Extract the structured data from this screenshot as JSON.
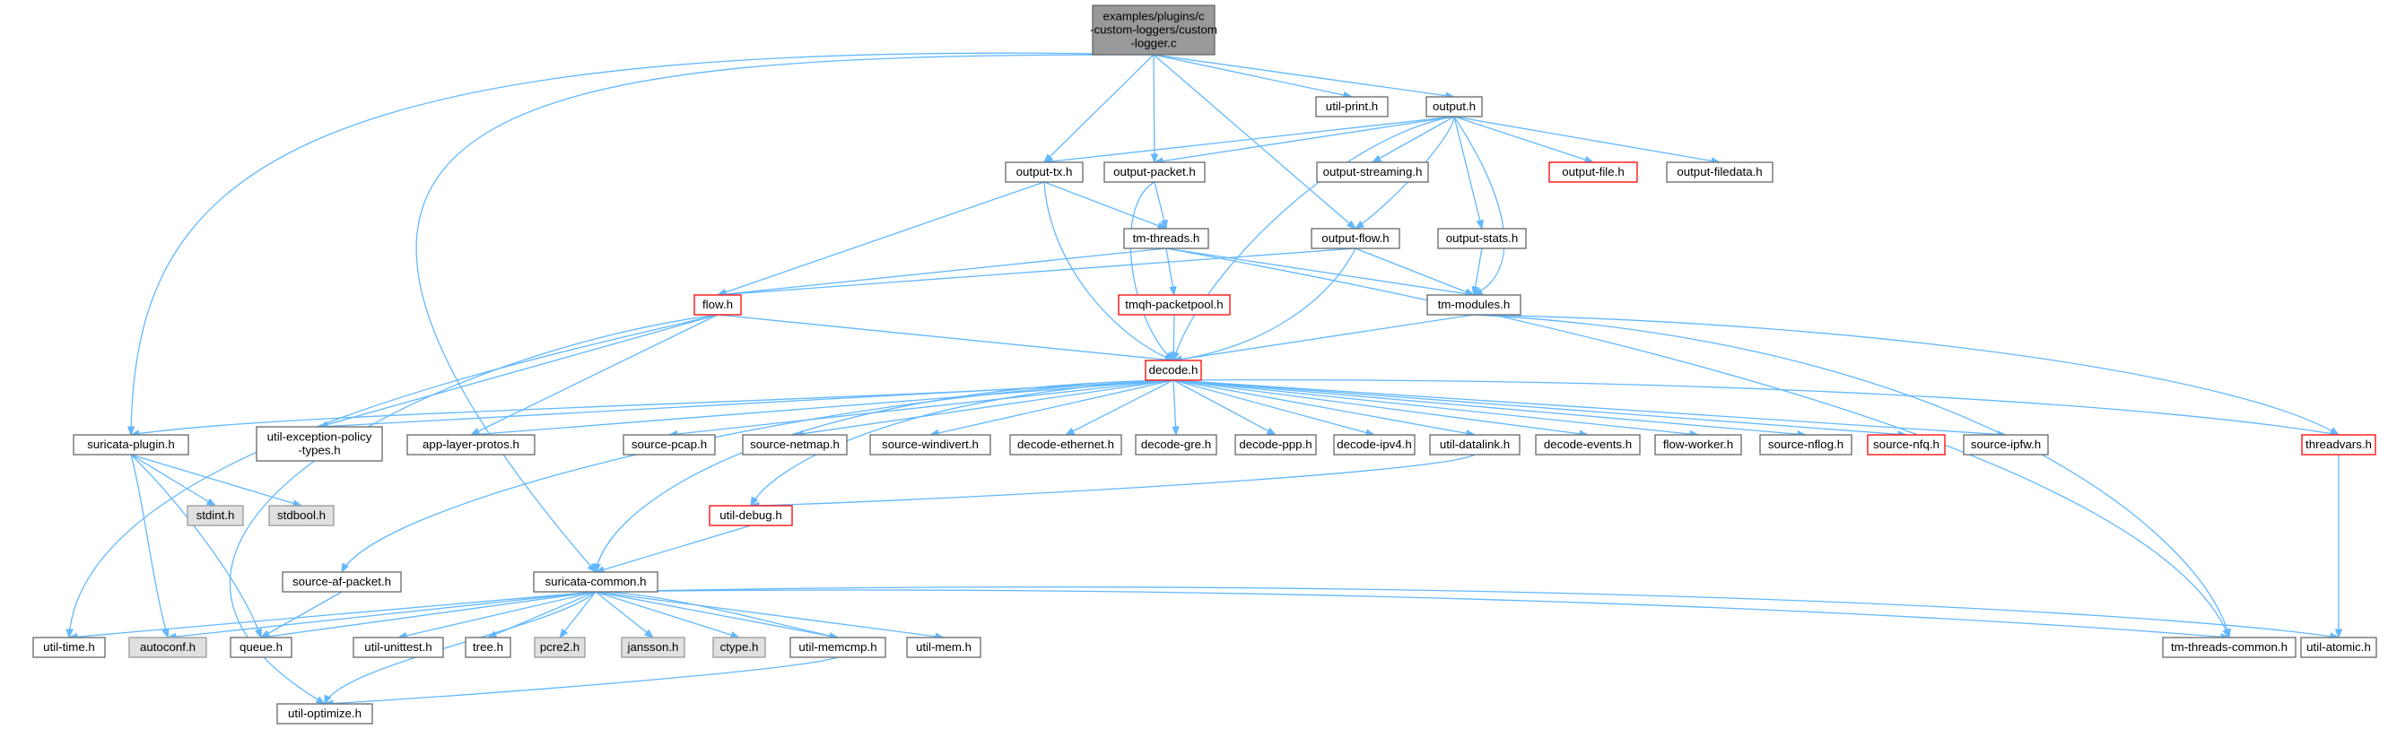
{
  "diagram": {
    "colors": {
      "edge": "#63b8ff",
      "default_border": "#666666",
      "default_fill": "#ffffff",
      "root_fill": "#999999",
      "root_border": "#666666",
      "truncated_border": "#ff0000",
      "system_fill": "#e0e0e0",
      "system_border": "#999999"
    },
    "nodes": [
      {
        "id": "root",
        "lines": [
          "examples/plugins/c",
          "-custom-loggers/custom",
          "-logger.c"
        ],
        "style": "root"
      },
      {
        "id": "util_print",
        "lines": [
          "util-print.h"
        ],
        "style": "default"
      },
      {
        "id": "output_h",
        "lines": [
          "output.h"
        ],
        "style": "default"
      },
      {
        "id": "output_tx",
        "lines": [
          "output-tx.h"
        ],
        "style": "default"
      },
      {
        "id": "output_packet",
        "lines": [
          "output-packet.h"
        ],
        "style": "default"
      },
      {
        "id": "output_streaming",
        "lines": [
          "output-streaming.h"
        ],
        "style": "default"
      },
      {
        "id": "output_file",
        "lines": [
          "output-file.h"
        ],
        "style": "truncated"
      },
      {
        "id": "output_filedata",
        "lines": [
          "output-filedata.h"
        ],
        "style": "default"
      },
      {
        "id": "tm_threads",
        "lines": [
          "tm-threads.h"
        ],
        "style": "default"
      },
      {
        "id": "output_flow",
        "lines": [
          "output-flow.h"
        ],
        "style": "default"
      },
      {
        "id": "output_stats",
        "lines": [
          "output-stats.h"
        ],
        "style": "default"
      },
      {
        "id": "flow_h",
        "lines": [
          "flow.h"
        ],
        "style": "truncated"
      },
      {
        "id": "tmqh",
        "lines": [
          "tmqh-packetpool.h"
        ],
        "style": "truncated"
      },
      {
        "id": "tm_modules",
        "lines": [
          "tm-modules.h"
        ],
        "style": "default"
      },
      {
        "id": "decode_h",
        "lines": [
          "decode.h"
        ],
        "style": "truncated"
      },
      {
        "id": "suricata_plugin",
        "lines": [
          "suricata-plugin.h"
        ],
        "style": "default"
      },
      {
        "id": "util_exception",
        "lines": [
          "util-exception-policy",
          "-types.h"
        ],
        "style": "default"
      },
      {
        "id": "app_layer",
        "lines": [
          "app-layer-protos.h"
        ],
        "style": "default"
      },
      {
        "id": "source_pcap",
        "lines": [
          "source-pcap.h"
        ],
        "style": "default"
      },
      {
        "id": "source_netmap",
        "lines": [
          "source-netmap.h"
        ],
        "style": "default"
      },
      {
        "id": "source_windivert",
        "lines": [
          "source-windivert.h"
        ],
        "style": "default"
      },
      {
        "id": "decode_ethernet",
        "lines": [
          "decode-ethernet.h"
        ],
        "style": "default"
      },
      {
        "id": "decode_gre",
        "lines": [
          "decode-gre.h"
        ],
        "style": "default"
      },
      {
        "id": "decode_ppp",
        "lines": [
          "decode-ppp.h"
        ],
        "style": "default"
      },
      {
        "id": "decode_ipv4",
        "lines": [
          "decode-ipv4.h"
        ],
        "style": "default"
      },
      {
        "id": "util_datalink",
        "lines": [
          "util-datalink.h"
        ],
        "style": "default"
      },
      {
        "id": "decode_events",
        "lines": [
          "decode-events.h"
        ],
        "style": "default"
      },
      {
        "id": "flow_worker",
        "lines": [
          "flow-worker.h"
        ],
        "style": "default"
      },
      {
        "id": "source_nflog",
        "lines": [
          "source-nflog.h"
        ],
        "style": "default"
      },
      {
        "id": "source_nfq",
        "lines": [
          "source-nfq.h"
        ],
        "style": "truncated"
      },
      {
        "id": "source_ipfw",
        "lines": [
          "source-ipfw.h"
        ],
        "style": "default"
      },
      {
        "id": "threadvars",
        "lines": [
          "threadvars.h"
        ],
        "style": "truncated"
      },
      {
        "id": "stdint",
        "lines": [
          "stdint.h"
        ],
        "style": "system"
      },
      {
        "id": "stdbool",
        "lines": [
          "stdbool.h"
        ],
        "style": "system"
      },
      {
        "id": "util_debug",
        "lines": [
          "util-debug.h"
        ],
        "style": "truncated"
      },
      {
        "id": "source_af_packet",
        "lines": [
          "source-af-packet.h"
        ],
        "style": "default"
      },
      {
        "id": "suricata_common",
        "lines": [
          "suricata-common.h"
        ],
        "style": "default"
      },
      {
        "id": "util_time",
        "lines": [
          "util-time.h"
        ],
        "style": "default"
      },
      {
        "id": "autoconf",
        "lines": [
          "autoconf.h"
        ],
        "style": "system"
      },
      {
        "id": "queue_h",
        "lines": [
          "queue.h"
        ],
        "style": "default"
      },
      {
        "id": "util_unittest",
        "lines": [
          "util-unittest.h"
        ],
        "style": "default"
      },
      {
        "id": "tree_h",
        "lines": [
          "tree.h"
        ],
        "style": "default"
      },
      {
        "id": "pcre2",
        "lines": [
          "pcre2.h"
        ],
        "style": "system"
      },
      {
        "id": "jansson",
        "lines": [
          "jansson.h"
        ],
        "style": "system"
      },
      {
        "id": "ctype",
        "lines": [
          "ctype.h"
        ],
        "style": "system"
      },
      {
        "id": "util_memcmp",
        "lines": [
          "util-memcmp.h"
        ],
        "style": "default"
      },
      {
        "id": "util_mem",
        "lines": [
          "util-mem.h"
        ],
        "style": "default"
      },
      {
        "id": "tm_threads_common",
        "lines": [
          "tm-threads-common.h"
        ],
        "style": "default"
      },
      {
        "id": "util_atomic",
        "lines": [
          "util-atomic.h"
        ],
        "style": "default"
      },
      {
        "id": "util_optimize",
        "lines": [
          "util-optimize.h"
        ],
        "style": "default"
      }
    ],
    "edges": [
      [
        "root",
        "util_print"
      ],
      [
        "root",
        "output_h"
      ],
      [
        "root",
        "output_tx"
      ],
      [
        "root",
        "output_packet"
      ],
      [
        "root",
        "output_flow"
      ],
      [
        "root",
        "suricata_plugin"
      ],
      [
        "root",
        "suricata_common"
      ],
      [
        "output_h",
        "output_tx"
      ],
      [
        "output_h",
        "output_packet"
      ],
      [
        "output_h",
        "output_streaming"
      ],
      [
        "output_h",
        "output_file"
      ],
      [
        "output_h",
        "output_filedata"
      ],
      [
        "output_h",
        "output_flow"
      ],
      [
        "output_h",
        "output_stats"
      ],
      [
        "output_h",
        "tm_modules"
      ],
      [
        "output_h",
        "decode_h"
      ],
      [
        "output_tx",
        "tm_threads"
      ],
      [
        "output_tx",
        "flow_h"
      ],
      [
        "output_tx",
        "decode_h"
      ],
      [
        "output_packet",
        "tm_threads"
      ],
      [
        "output_packet",
        "decode_h"
      ],
      [
        "tm_threads",
        "tmqh"
      ],
      [
        "tm_threads",
        "tm_modules"
      ],
      [
        "tm_threads",
        "flow_h"
      ],
      [
        "tm_threads",
        "tm_threads_common"
      ],
      [
        "output_flow",
        "flow_h"
      ],
      [
        "output_flow",
        "tm_modules"
      ],
      [
        "output_flow",
        "decode_h"
      ],
      [
        "output_stats",
        "tm_modules"
      ],
      [
        "tmqh",
        "decode_h"
      ],
      [
        "tm_modules",
        "decode_h"
      ],
      [
        "tm_modules",
        "threadvars"
      ],
      [
        "tm_modules",
        "tm_threads_common"
      ],
      [
        "flow_h",
        "decode_h"
      ],
      [
        "flow_h",
        "util_exception"
      ],
      [
        "flow_h",
        "app_layer"
      ],
      [
        "flow_h",
        "util_time"
      ],
      [
        "flow_h",
        "util_optimize"
      ],
      [
        "decode_h",
        "suricata_plugin"
      ],
      [
        "decode_h",
        "util_exception"
      ],
      [
        "decode_h",
        "app_layer"
      ],
      [
        "decode_h",
        "source_pcap"
      ],
      [
        "decode_h",
        "source_netmap"
      ],
      [
        "decode_h",
        "source_windivert"
      ],
      [
        "decode_h",
        "decode_ethernet"
      ],
      [
        "decode_h",
        "decode_gre"
      ],
      [
        "decode_h",
        "decode_ppp"
      ],
      [
        "decode_h",
        "decode_ipv4"
      ],
      [
        "decode_h",
        "util_datalink"
      ],
      [
        "decode_h",
        "decode_events"
      ],
      [
        "decode_h",
        "flow_worker"
      ],
      [
        "decode_h",
        "source_nflog"
      ],
      [
        "decode_h",
        "source_nfq"
      ],
      [
        "decode_h",
        "source_ipfw"
      ],
      [
        "decode_h",
        "threadvars"
      ],
      [
        "decode_h",
        "util_debug"
      ],
      [
        "decode_h",
        "source_af_packet"
      ],
      [
        "decode_h",
        "suricata_common"
      ],
      [
        "suricata_plugin",
        "stdint"
      ],
      [
        "suricata_plugin",
        "stdbool"
      ],
      [
        "suricata_plugin",
        "autoconf"
      ],
      [
        "suricata_plugin",
        "queue_h"
      ],
      [
        "util_datalink",
        "util_debug"
      ],
      [
        "util_debug",
        "suricata_common"
      ],
      [
        "source_af_packet",
        "queue_h"
      ],
      [
        "threadvars",
        "util_atomic"
      ],
      [
        "suricata_common",
        "util_time"
      ],
      [
        "suricata_common",
        "autoconf"
      ],
      [
        "suricata_common",
        "queue_h"
      ],
      [
        "suricata_common",
        "util_unittest"
      ],
      [
        "suricata_common",
        "tree_h"
      ],
      [
        "suricata_common",
        "pcre2"
      ],
      [
        "suricata_common",
        "jansson"
      ],
      [
        "suricata_common",
        "ctype"
      ],
      [
        "suricata_common",
        "util_memcmp"
      ],
      [
        "suricata_common",
        "util_mem"
      ],
      [
        "suricata_common",
        "tm_threads_common"
      ],
      [
        "suricata_common",
        "util_atomic"
      ],
      [
        "suricata_common",
        "util_optimize"
      ],
      [
        "util_memcmp",
        "suricata_common"
      ],
      [
        "util_memcmp",
        "util_optimize"
      ]
    ]
  }
}
